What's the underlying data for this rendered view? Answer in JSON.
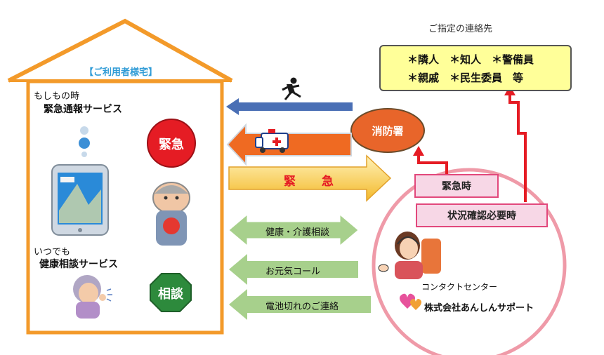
{
  "house": {
    "label": "【ご利用者様宅】",
    "emergency_heading_1": "もしもの時",
    "emergency_heading_2": "緊急通報サービス",
    "consult_heading_1": "いつでも",
    "consult_heading_2": "健康相談サービス",
    "emergency_badge": "緊急",
    "consult_badge": "相談"
  },
  "contacts": {
    "title": "ご指定の連絡先",
    "line1": "＊隣人　＊知人　＊警備員",
    "line2": "＊親戚　＊民生委員　等"
  },
  "fire_station": {
    "label": "消防署"
  },
  "arrows": {
    "emergency": "緊　急",
    "health": "健康・介護相談",
    "ogenki": "お元気コール",
    "battery": "電池切れのご連絡"
  },
  "center": {
    "emergency_box": "緊急時",
    "check_box": "状況確認必要時",
    "name": "コンタクトセンター",
    "company": "株式会社あんしんサポート"
  },
  "colors": {
    "house": "#f39a2a",
    "blue_arrow": "#4a6fb5",
    "orange_arrow": "#ef6a22",
    "yellow_arrow": "#f6c743",
    "green_arrow": "#a7d08c",
    "red_line": "#e51c24",
    "pink_circle": "#ef9aa8",
    "fire_station": "#e8652a"
  }
}
